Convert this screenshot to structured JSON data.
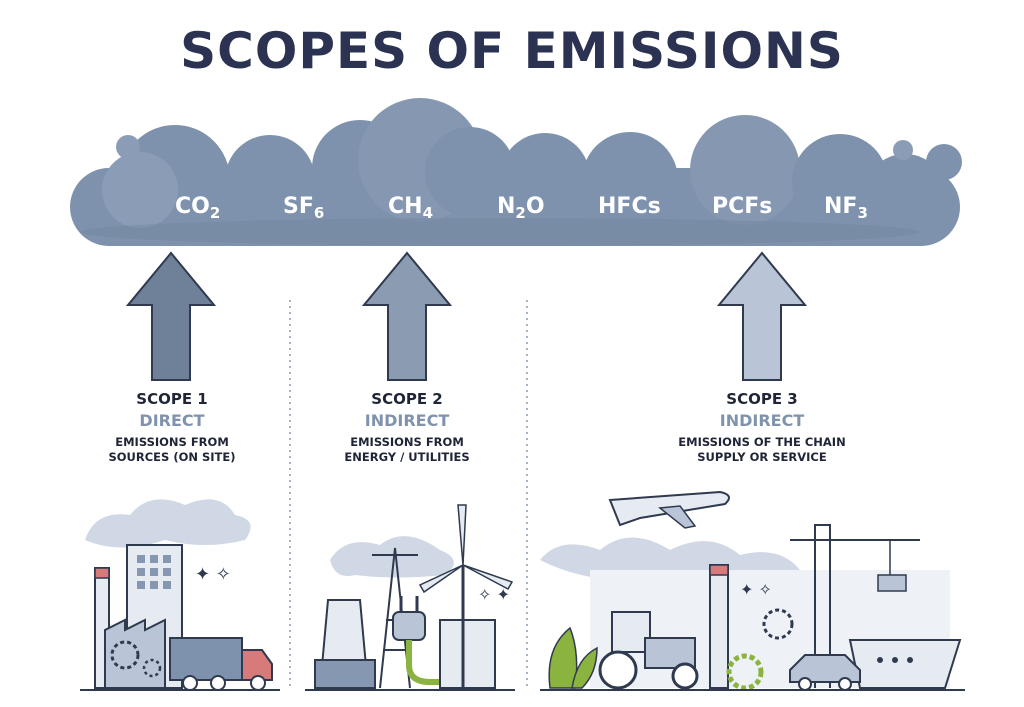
{
  "title": "SCOPES OF EMISSIONS",
  "gases": [
    {
      "base": "CO",
      "sub": "2"
    },
    {
      "base": "SF",
      "sub": "6"
    },
    {
      "base": "CH",
      "sub": "4"
    },
    {
      "base": "N",
      "sub": "2",
      "tail": "O"
    },
    {
      "base": "HFCs",
      "sub": ""
    },
    {
      "base": "PCFs",
      "sub": ""
    },
    {
      "base": "NF",
      "sub": "3"
    }
  ],
  "scopes": [
    {
      "label": "SCOPE 1",
      "type": "DIRECT",
      "desc_line1": "EMISSIONS FROM",
      "desc_line2": "SOURCES (ON SITE)"
    },
    {
      "label": "SCOPE 2",
      "type": "INDIRECT",
      "desc_line1": "EMISSIONS FROM",
      "desc_line2": "ENERGY / UTILITIES"
    },
    {
      "label": "SCOPE 3",
      "type": "INDIRECT",
      "desc_line1": "EMISSIONS OF THE CHAIN",
      "desc_line2": "SUPPLY OR SERVICE"
    }
  ],
  "colors": {
    "title": "#2c3352",
    "cloud": "#7e92ad",
    "cloud_dark": "#6d819c",
    "arrow_scope1": "#6f8099",
    "arrow_scope2": "#8b9bb1",
    "arrow_scope3": "#b9c5d6",
    "accent_light": "#cfd8e4",
    "outline": "#2f3a4f"
  }
}
